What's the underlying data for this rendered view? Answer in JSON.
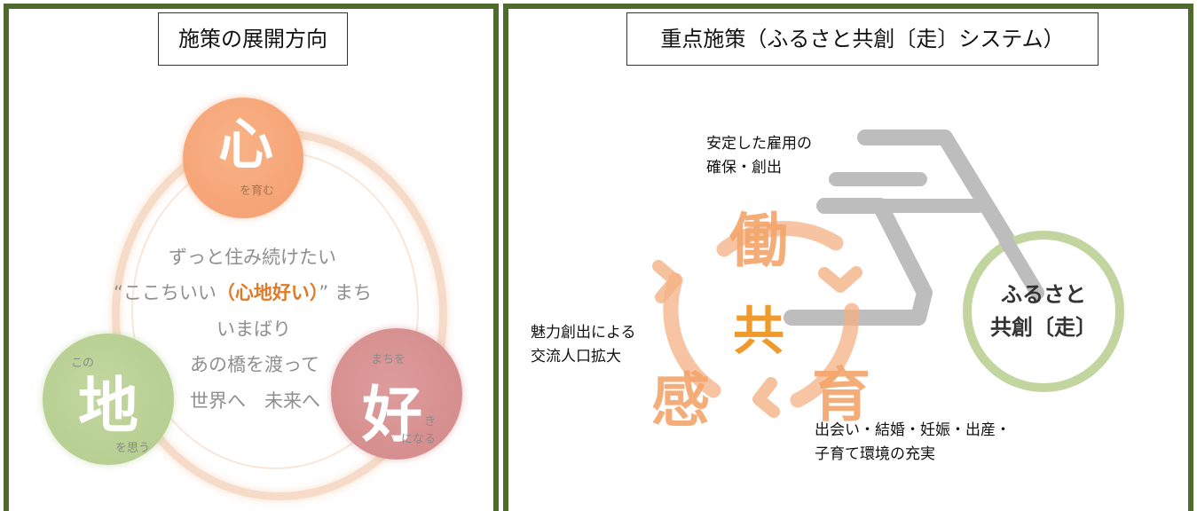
{
  "left": {
    "title": "施策の展開方向",
    "heart": {
      "kanji": "心",
      "caption": "を育む"
    },
    "earth": {
      "prefix": "この",
      "kanji": "地",
      "caption": "を思う"
    },
    "like": {
      "prefix": "まちを",
      "kanji": "好",
      "suffix": "き",
      "caption": "になる"
    },
    "center_lines": {
      "line1": "ずっと住み続けたい",
      "line2_open": "“ここちいい",
      "line2_highlight": "（心地好い）",
      "line2_close": "” まち",
      "line3": "いまばり",
      "line4": "あの橋を渡って",
      "line5": "世界へ　未来へ"
    },
    "colors": {
      "heart": "#f6a678",
      "earth": "#b7cf92",
      "like": "#d68e8e",
      "highlight": "#e07a28",
      "ring": "#f6dcc8"
    }
  },
  "right": {
    "title": "重点施策（ふるさと共創〔走〕システム）",
    "annotations": {
      "employment": [
        "安定した雇用の",
        "確保・創出"
      ],
      "attraction": [
        "魅力創出による",
        "交流人口拡大"
      ],
      "family": [
        "出会い・結婚・妊娠・出産・",
        "子育て環境の充実"
      ]
    },
    "cycle": {
      "work": "働",
      "feel": "感",
      "raise": "育",
      "center": "共"
    },
    "wheel": {
      "line1": "ふるさと",
      "line2": "共創〔走〕"
    },
    "colors": {
      "cycle": "#f3a56a",
      "center": "#ef9a2c",
      "bicycle": "#bdbdbd",
      "wheel": "#c2d59e"
    }
  },
  "frame_color": "#4e6a2c"
}
